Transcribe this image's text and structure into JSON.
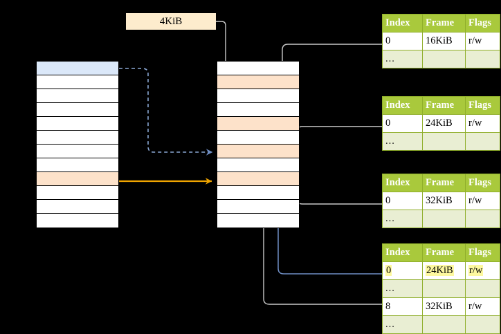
{
  "diagram": {
    "title": "paging-address-translation",
    "colors": {
      "header_green": "#a9c93c",
      "ellipsis_row": "#e9eed3",
      "table_border": "#8fae2a",
      "blue_cell": "#dbe8f9",
      "peach_cell": "#fde2ca",
      "yellow_highlight": "#fdf89f",
      "blue_arrow": "#6f8ec4",
      "orange_arrow": "#f0a500",
      "gray_arrow": "#c8c8c8",
      "label_bg": "#fdeccd",
      "background": "#000000"
    },
    "size_label": {
      "text": "4KiB"
    },
    "left_column": {
      "name": "virtual-address-space",
      "rows": [
        {
          "fill": "blue",
          "text": ""
        },
        {
          "fill": "white",
          "text": ""
        },
        {
          "fill": "white",
          "text": ""
        },
        {
          "fill": "white",
          "text": ""
        },
        {
          "fill": "white",
          "text": ""
        },
        {
          "fill": "white",
          "text": ""
        },
        {
          "fill": "white",
          "text": ""
        },
        {
          "fill": "white",
          "text": ""
        },
        {
          "fill": "peach",
          "text": ""
        },
        {
          "fill": "white",
          "text": ""
        },
        {
          "fill": "white",
          "text": ""
        },
        {
          "fill": "white",
          "text": ""
        }
      ]
    },
    "middle_column": {
      "name": "physical-address-space",
      "rows": [
        {
          "fill": "white",
          "text": ""
        },
        {
          "fill": "peach",
          "text": ""
        },
        {
          "fill": "white",
          "text": ""
        },
        {
          "fill": "white",
          "text": ""
        },
        {
          "fill": "peach",
          "text": ""
        },
        {
          "fill": "white",
          "text": ""
        },
        {
          "fill": "peach",
          "text": ""
        },
        {
          "fill": "white",
          "text": ""
        },
        {
          "fill": "peach",
          "text": ""
        },
        {
          "fill": "white",
          "text": ""
        },
        {
          "fill": "white",
          "text": ""
        },
        {
          "fill": "white",
          "text": ""
        }
      ]
    },
    "tables": [
      {
        "name": "page-table-1",
        "headers": [
          "Index",
          "Frame",
          "Flags"
        ],
        "rows": [
          {
            "type": "data",
            "index": "0",
            "frame": "16KiB",
            "flags": "r/w",
            "highlight": false
          },
          {
            "type": "ellipsis",
            "index": "...",
            "frame": "",
            "flags": "",
            "highlight": false
          }
        ]
      },
      {
        "name": "page-table-2",
        "headers": [
          "Index",
          "Frame",
          "Flags"
        ],
        "rows": [
          {
            "type": "data",
            "index": "0",
            "frame": "24KiB",
            "flags": "r/w",
            "highlight": false
          },
          {
            "type": "ellipsis",
            "index": "...",
            "frame": "",
            "flags": "",
            "highlight": false
          }
        ]
      },
      {
        "name": "page-table-3",
        "headers": [
          "Index",
          "Frame",
          "Flags"
        ],
        "rows": [
          {
            "type": "data",
            "index": "0",
            "frame": "32KiB",
            "flags": "r/w",
            "highlight": false
          },
          {
            "type": "ellipsis",
            "index": "...",
            "frame": "",
            "flags": "",
            "highlight": false
          }
        ]
      },
      {
        "name": "page-table-4",
        "headers": [
          "Index",
          "Frame",
          "Flags"
        ],
        "rows": [
          {
            "type": "data",
            "index": "0",
            "frame": "24KiB",
            "flags": "r/w",
            "highlight": true
          },
          {
            "type": "ellipsis",
            "index": "...",
            "frame": "",
            "flags": "",
            "highlight": false
          },
          {
            "type": "data",
            "index": "8",
            "frame": "32KiB",
            "flags": "r/w",
            "highlight": false
          },
          {
            "type": "ellipsis",
            "index": "...",
            "frame": "",
            "flags": "",
            "highlight": false
          }
        ]
      }
    ]
  }
}
